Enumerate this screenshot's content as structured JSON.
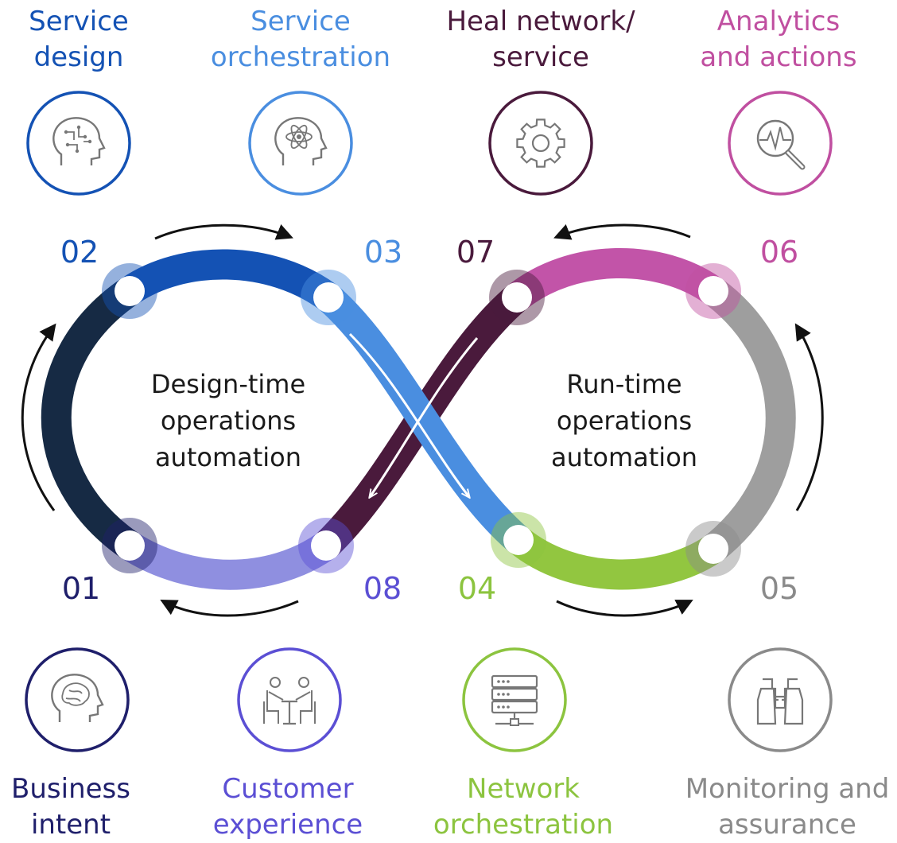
{
  "left_loop": {
    "lines": [
      "Design-time",
      "operations",
      "automation"
    ]
  },
  "right_loop": {
    "lines": [
      "Run-time",
      "operations",
      "automation"
    ]
  },
  "steps": [
    {
      "num": "01",
      "lines": [
        "Business",
        "intent"
      ],
      "color": "#1f1f6b",
      "icon": "brain-head-icon"
    },
    {
      "num": "02",
      "lines": [
        "Service",
        "design"
      ],
      "color": "#1452b4",
      "icon": "circuit-head-icon"
    },
    {
      "num": "03",
      "lines": [
        "Service",
        "orchestration"
      ],
      "color": "#4a8ee0",
      "icon": "atom-head-icon"
    },
    {
      "num": "04",
      "lines": [
        "Network",
        "orchestration"
      ],
      "color": "#8cc43f",
      "icon": "server-rack-icon"
    },
    {
      "num": "05",
      "lines": [
        "Monitoring and",
        "assurance"
      ],
      "color": "#8a8a8a",
      "icon": "binoculars-icon"
    },
    {
      "num": "06",
      "lines": [
        "Analytics",
        "and actions"
      ],
      "color": "#c04fa0",
      "icon": "analytics-magnifier-icon"
    },
    {
      "num": "07",
      "lines": [
        "Heal network/",
        "service"
      ],
      "color": "#4a1a3c",
      "icon": "gear-icon"
    },
    {
      "num": "08",
      "lines": [
        "Customer",
        "experience"
      ],
      "color": "#5b4fd4",
      "icon": "meeting-table-icon"
    }
  ]
}
